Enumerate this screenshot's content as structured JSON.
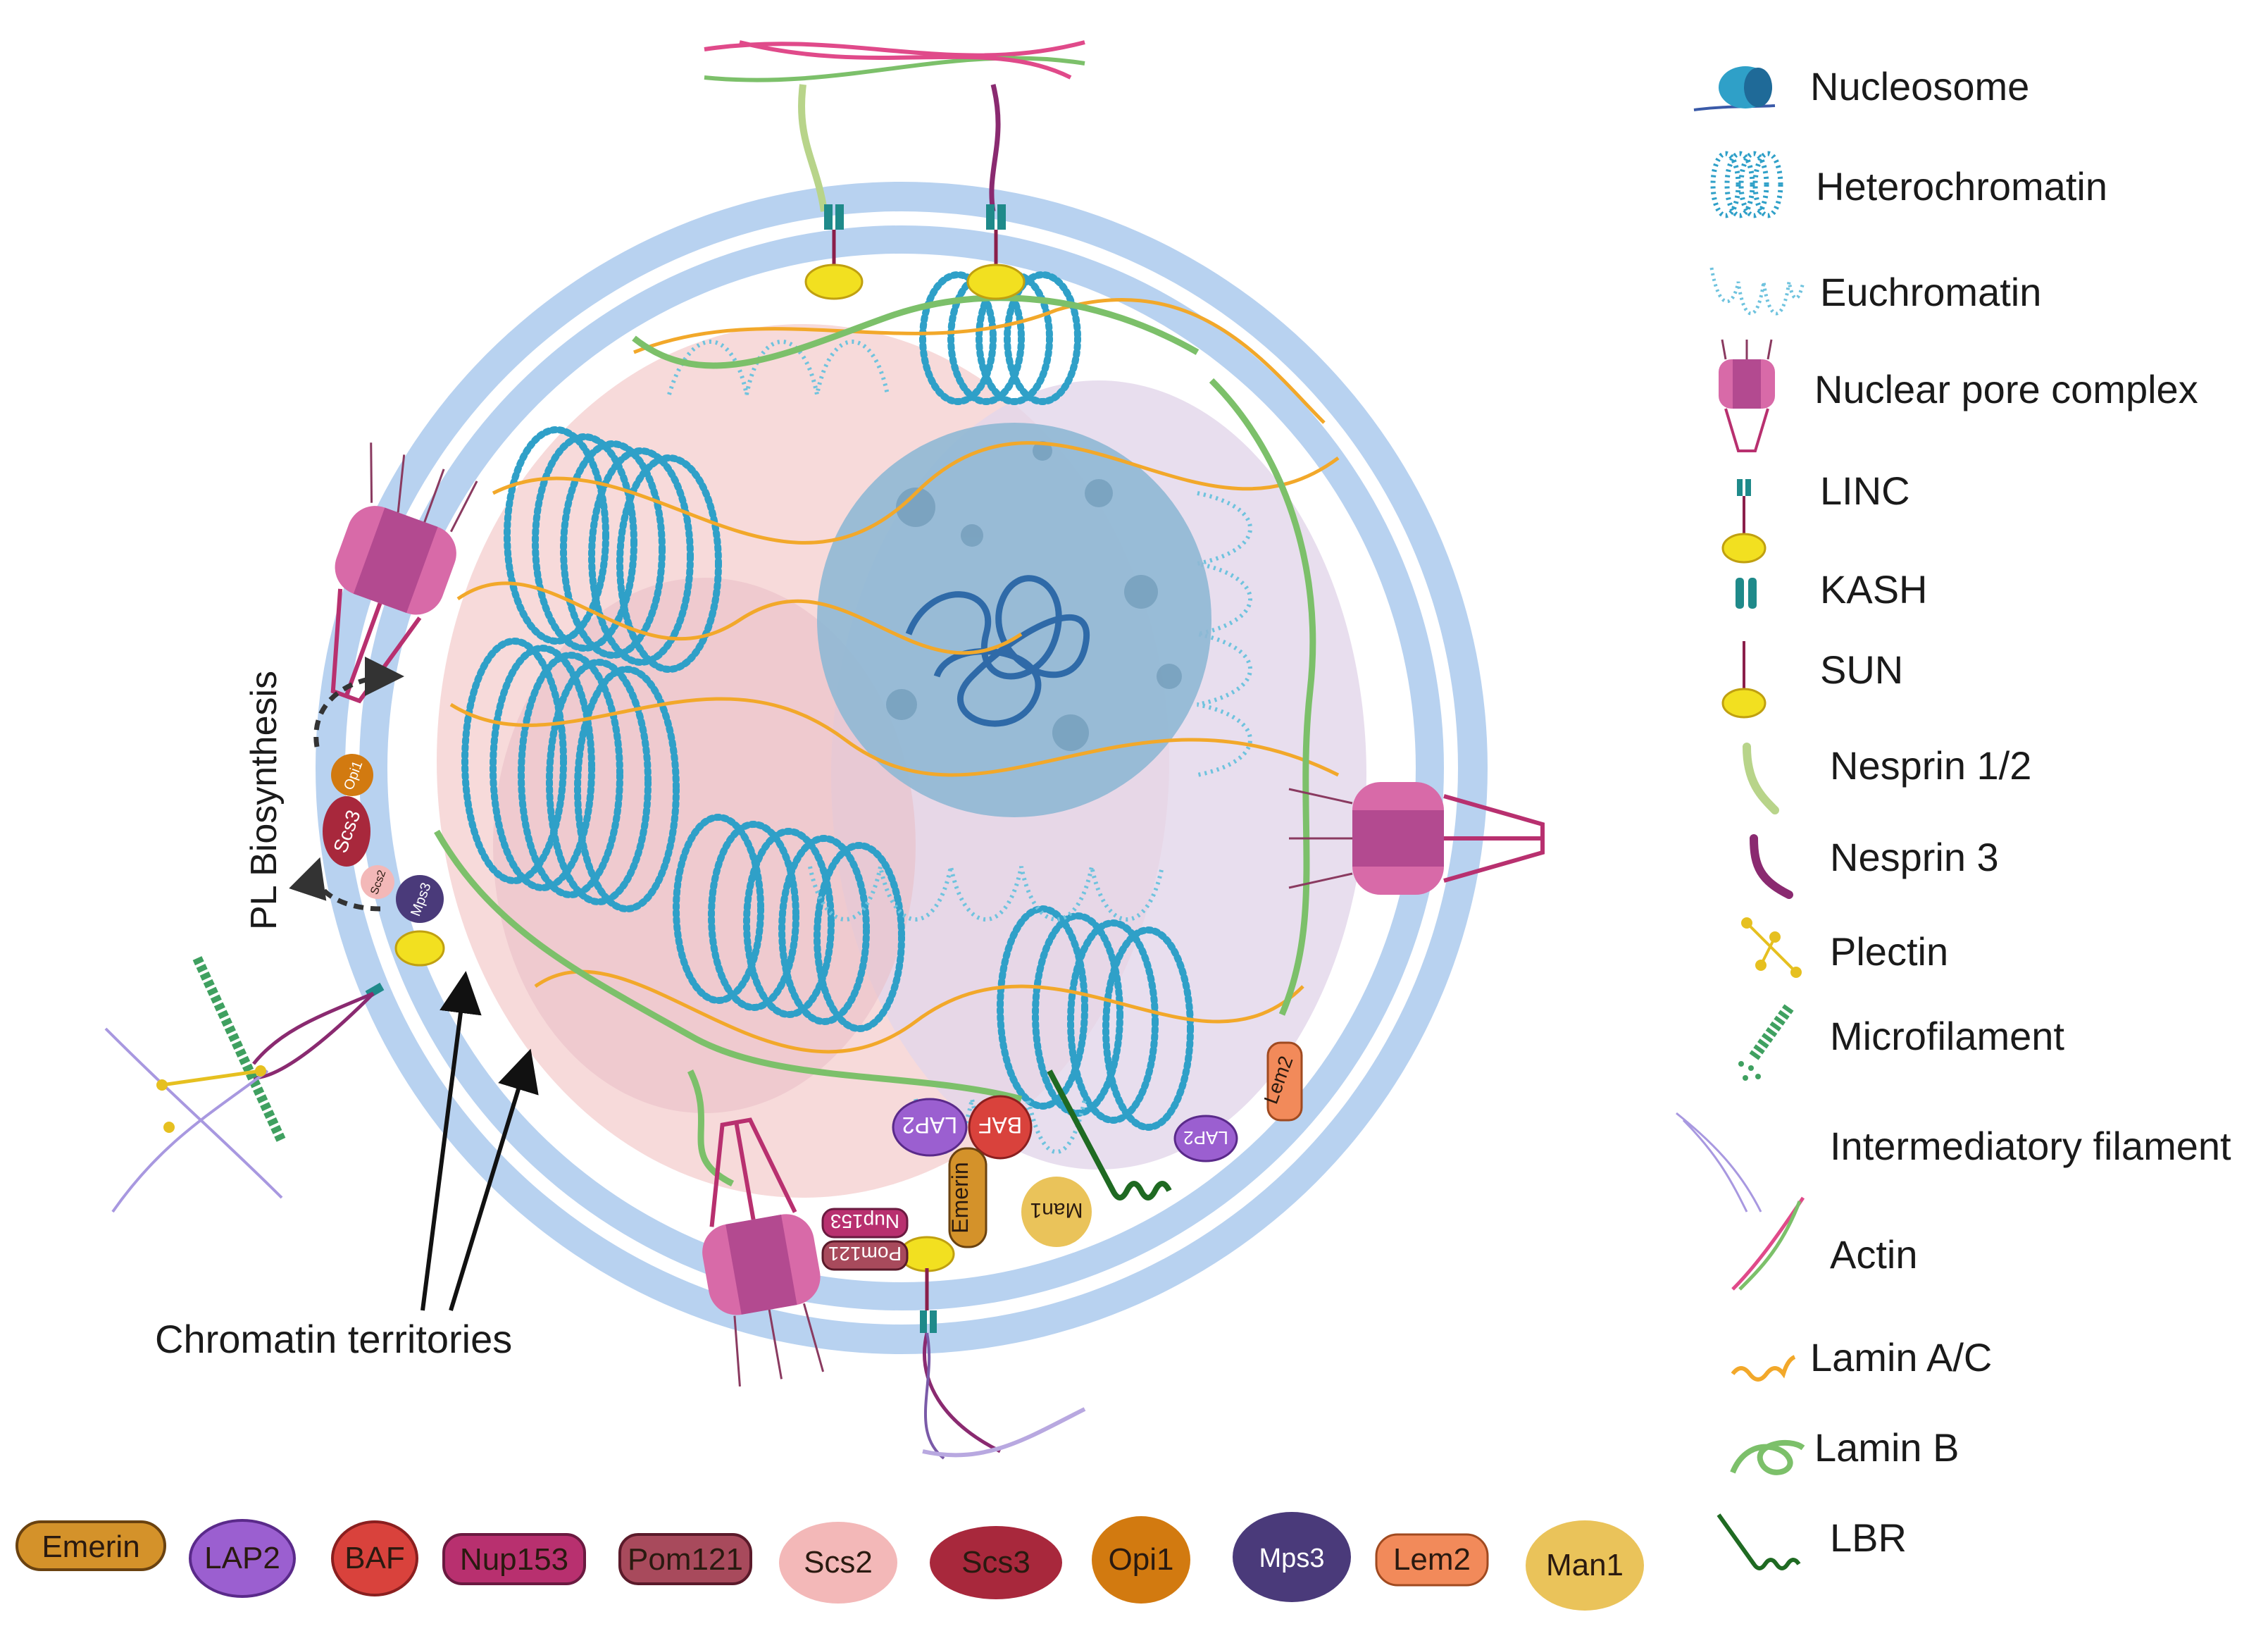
{
  "annotations": {
    "pl_biosynthesis": "PL Biosynthesis",
    "chromatin_territories": "Chromatin territories"
  },
  "legend": [
    {
      "key": "nucleosome",
      "label": "Nucleosome"
    },
    {
      "key": "heterochromatin",
      "label": "Heterochromatin"
    },
    {
      "key": "euchromatin",
      "label": "Euchromatin"
    },
    {
      "key": "npc",
      "label": "Nuclear pore complex"
    },
    {
      "key": "linc",
      "label": "LINC"
    },
    {
      "key": "kash",
      "label": "KASH"
    },
    {
      "key": "sun",
      "label": "SUN"
    },
    {
      "key": "nesprin12",
      "label": "Nesprin 1/2"
    },
    {
      "key": "nesprin3",
      "label": "Nesprin 3"
    },
    {
      "key": "plectin",
      "label": "Plectin"
    },
    {
      "key": "microfilament",
      "label": "Microfilament"
    },
    {
      "key": "intermediate",
      "label": "Intermediatory filament"
    },
    {
      "key": "actin",
      "label": "Actin"
    },
    {
      "key": "laminac",
      "label": "Lamin A/C"
    },
    {
      "key": "laminb",
      "label": "Lamin B"
    },
    {
      "key": "lbr",
      "label": "LBR"
    }
  ],
  "protein_key": [
    {
      "label": "Emerin",
      "color": "#d4922a"
    },
    {
      "label": "LAP2",
      "color": "#9b5fd0"
    },
    {
      "label": "BAF",
      "color": "#d9423c"
    },
    {
      "label": "Nup153",
      "color": "#b8306f"
    },
    {
      "label": "Pom121",
      "color": "#a84a5c"
    },
    {
      "label": "Scs2",
      "color": "#f3b8b8"
    },
    {
      "label": "Scs3",
      "color": "#a8283c"
    },
    {
      "label": "Opi1",
      "color": "#d27a10"
    },
    {
      "label": "Mps3",
      "color": "#4a3a7a"
    },
    {
      "label": "Lem2",
      "color": "#f28a5a"
    },
    {
      "label": "Man1",
      "color": "#eac35a"
    }
  ],
  "nucleus_labels": {
    "lap2_a": "LAP2",
    "baf": "BAF",
    "emerin": "Emerin",
    "man1": "Man1",
    "lap2_b": "LAP2",
    "lem2": "Lem2",
    "nup153": "Nup153",
    "pom121": "Pom121",
    "opi1": "Opi1",
    "scs3": "Scs3",
    "scs2": "Scs2",
    "mps3": "Mps3"
  },
  "colors": {
    "envelope_outer": "#b8d2f0",
    "envelope_gap": "#ffffff",
    "nucleoplasm_pink": "#f6d3d3",
    "nucleoplasm_purple": "#e2d6ea",
    "nucleolus": "#8fb8d4",
    "chromatin": "#2fa0c8",
    "lamin_ac": "#f2a82a",
    "lamin_b": "#7cc06a",
    "npc": "#d86aa8",
    "sun": "#f2e020",
    "lbr": "#1f6a22"
  }
}
